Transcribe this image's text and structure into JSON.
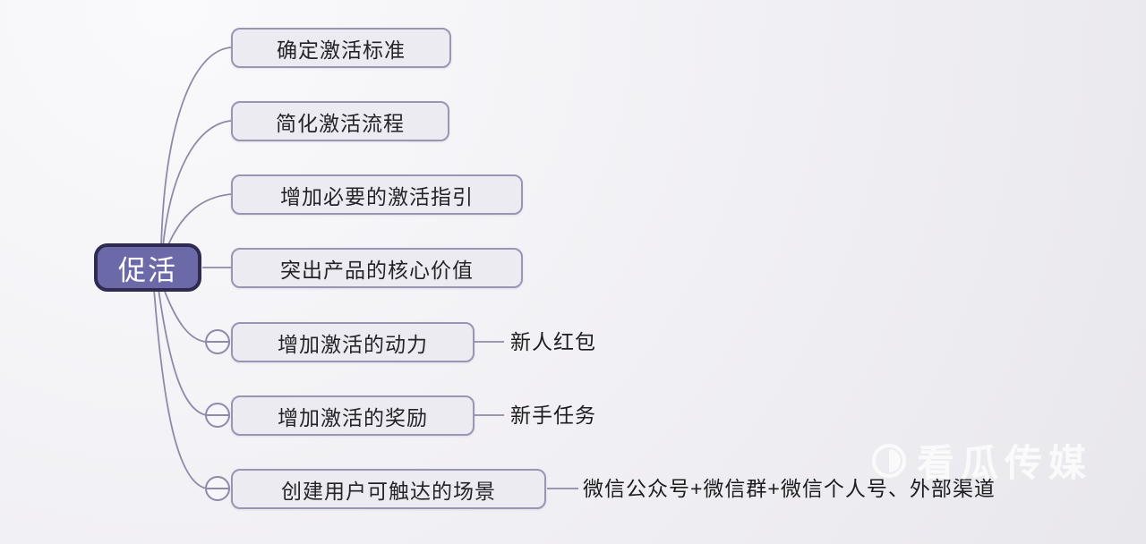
{
  "mindmap": {
    "root": {
      "label": "促活"
    },
    "branches": [
      {
        "label": "确定激活标准",
        "collapsed": false,
        "child": null
      },
      {
        "label": "简化激活流程",
        "collapsed": false,
        "child": null
      },
      {
        "label": "增加必要的激活指引",
        "collapsed": false,
        "child": null
      },
      {
        "label": "突出产品的核心价值",
        "collapsed": false,
        "child": null
      },
      {
        "label": "增加激活的动力",
        "collapse_icon": "minus-circle",
        "child": "新人红包"
      },
      {
        "label": "增加激活的奖励",
        "collapse_icon": "minus-circle",
        "child": "新手任务"
      },
      {
        "label": "创建用户可触达的场景",
        "collapse_icon": "minus-circle",
        "child": "微信公众号+微信群+微信个人号、外部渠道"
      }
    ]
  },
  "watermark": {
    "text": "看瓜传媒",
    "icon": "circle-logo-icon"
  },
  "colors": {
    "background": "#efeef2",
    "root_fill": "#6c69a9",
    "root_border": "#2e2a50",
    "root_text": "#ffffff",
    "node_fill": "#ecebf2",
    "node_border": "#9896b4",
    "node_text": "#232328",
    "connector": "#8d8ba8",
    "watermark_text": "#ffffff"
  }
}
